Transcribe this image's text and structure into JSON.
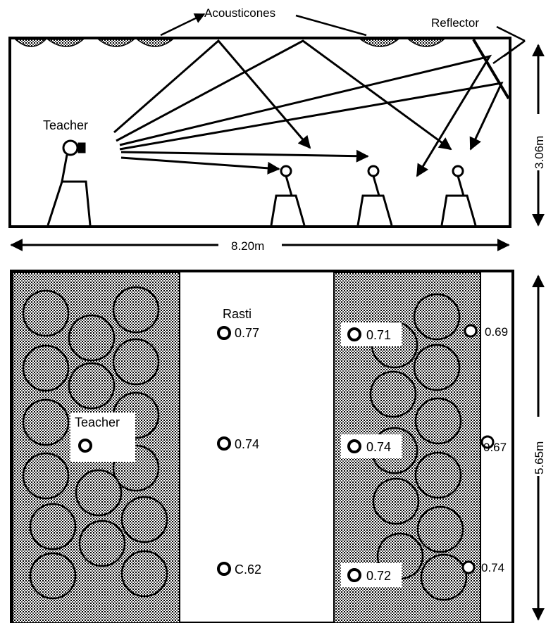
{
  "section": {
    "labels": {
      "acousticones": "Acousticones",
      "reflector": "Reflector",
      "teacher": "Teacher",
      "height": "3.06m",
      "length": "8.20m"
    }
  },
  "plan": {
    "rasti_label": "Rasti",
    "teacher_label": "Teacher",
    "width": "5.65m",
    "measurements": [
      "0.77",
      "0.74",
      "C.62",
      "0.71",
      "0.74",
      "0.72",
      "0.69",
      "0.67",
      "0.74"
    ]
  }
}
